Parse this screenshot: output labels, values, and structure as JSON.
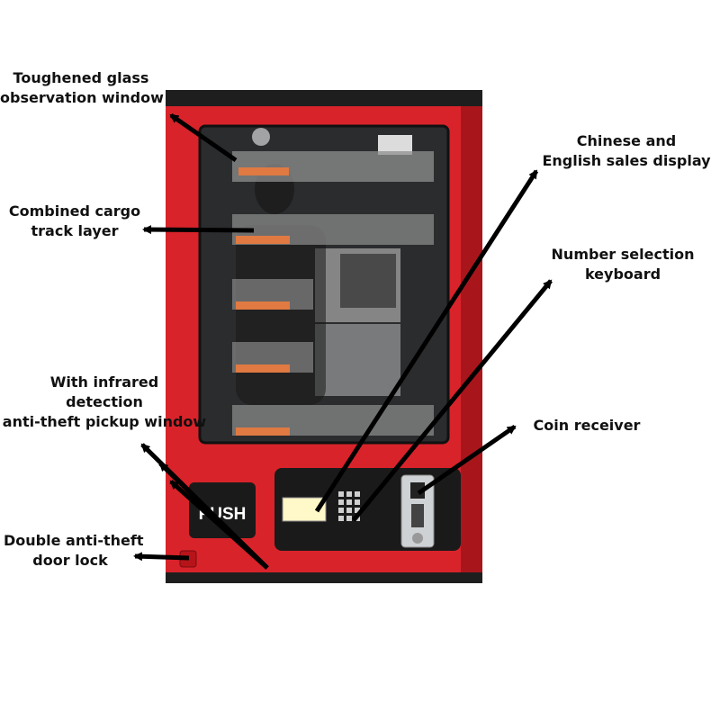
{
  "labels": {
    "glass_window": [
      "Toughened glass",
      "observation window"
    ],
    "cargo_track": [
      "Combined cargo",
      "track layer"
    ],
    "pickup_window": [
      "With infrared",
      "detection",
      "anti-theft pickup window"
    ],
    "door_lock": [
      "Double anti-theft",
      "door lock"
    ],
    "sales_display": [
      "Chinese and",
      "English sales display"
    ],
    "keyboard": [
      "Number selection",
      "keyboard"
    ],
    "coin_receiver": [
      "Coin receiver"
    ]
  },
  "machine": {
    "push_label": "PUSH",
    "colors": {
      "body": "#d8232a",
      "body_shadow": "#a8161c",
      "glass": "#2a2c2e",
      "panel": "#1a1a1a",
      "display": "#fff8c8",
      "arrow": "#000000"
    }
  }
}
